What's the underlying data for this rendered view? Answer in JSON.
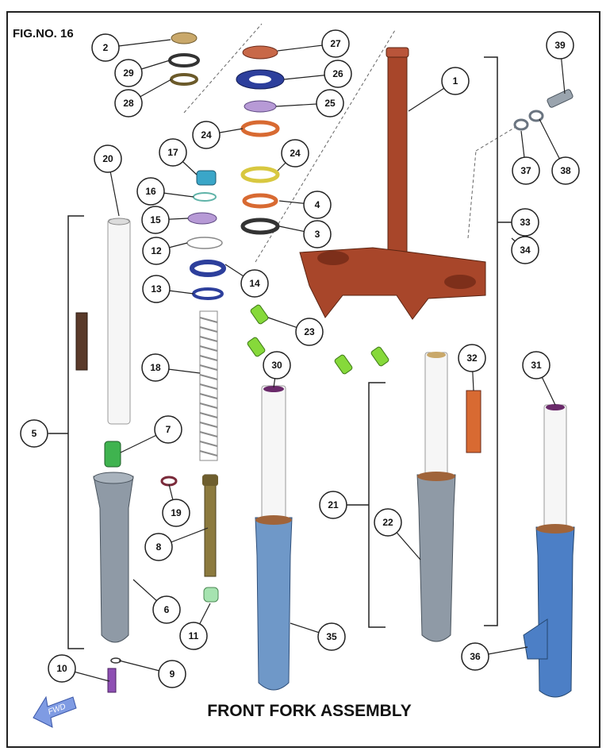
{
  "figure_number": "FIG.NO. 16",
  "title": "FRONT FORK ASSEMBLY",
  "direction_label": "FWD",
  "callouts": [
    "1",
    "2",
    "3",
    "4",
    "5",
    "6",
    "7",
    "8",
    "9",
    "10",
    "11",
    "12",
    "13",
    "14",
    "15",
    "16",
    "17",
    "18",
    "19",
    "20",
    "21",
    "22",
    "23",
    "24",
    "24",
    "25",
    "26",
    "27",
    "28",
    "29",
    "30",
    "31",
    "32",
    "33",
    "34",
    "35",
    "36",
    "37",
    "38",
    "39"
  ],
  "colors": {
    "steering_stem": "#a8462a",
    "fork_tube": "#f4f4f4",
    "outer_tube_gray": "#8f9aa6",
    "outer_tube_blue": "#6f98c8",
    "bolt_green": "#86d93a",
    "bearing_orange": "#d86a32",
    "bearing_yellow": "#d8c840",
    "seal_blue": "#2d3f9c",
    "purple_ring": "#b79ad6",
    "spring_gray": "#a9a9a9",
    "brass": "#8c7a3e"
  }
}
